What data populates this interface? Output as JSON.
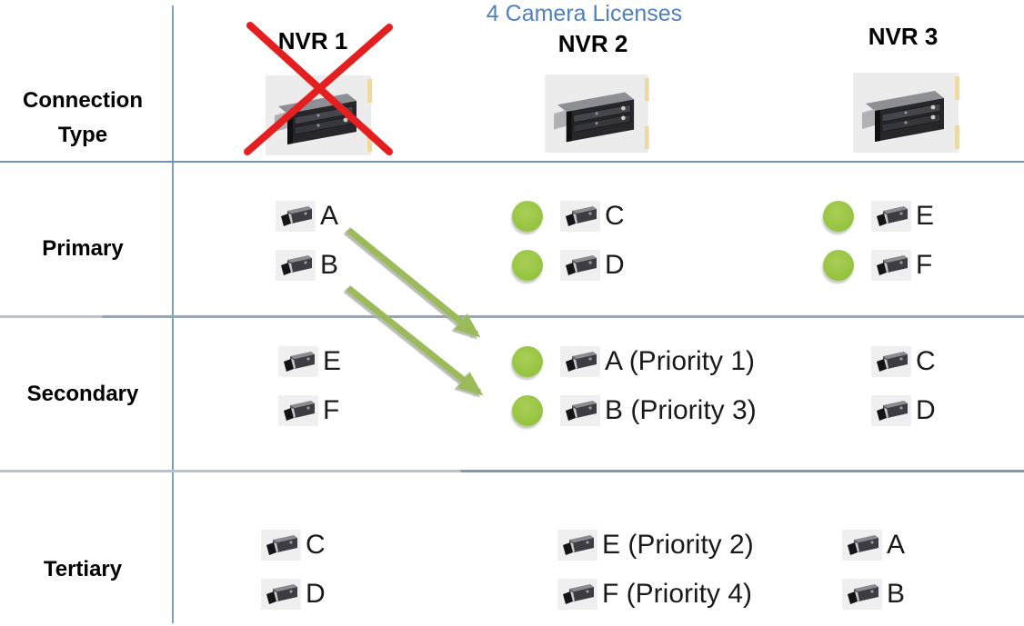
{
  "title": {
    "text": "4 Camera Licenses"
  },
  "row_headers": [
    {
      "label": "Connection Type"
    },
    {
      "label": "Primary"
    },
    {
      "label": "Secondary"
    },
    {
      "label": "Tertiary"
    }
  ],
  "columns": [
    {
      "label": "NVR 1",
      "status": "failed"
    },
    {
      "label": "NVR 2",
      "status": "active"
    },
    {
      "label": "NVR 3",
      "status": "active"
    }
  ],
  "cells": {
    "primary": {
      "nvr1": [
        "A",
        "B"
      ],
      "nvr2": [
        "C",
        "D"
      ],
      "nvr3": [
        "E",
        "F"
      ]
    },
    "secondary": {
      "nvr1": [
        "E",
        "F"
      ],
      "nvr2": [
        "A (Priority 1)",
        "B (Priority 3)"
      ],
      "nvr3": [
        "C",
        "D"
      ]
    },
    "tertiary": {
      "nvr1": [
        "C",
        "D"
      ],
      "nvr2": [
        "E (Priority 2)",
        "F (Priority 4)"
      ],
      "nvr3": [
        "A",
        "B"
      ]
    }
  },
  "colors": {
    "title": "#4f81bd",
    "arrow": "#9bbb59",
    "arrow_shadow": "#aab0aa",
    "dot": "#98c43e",
    "cross": "#e3201f",
    "grid": "#7ca0c5"
  }
}
